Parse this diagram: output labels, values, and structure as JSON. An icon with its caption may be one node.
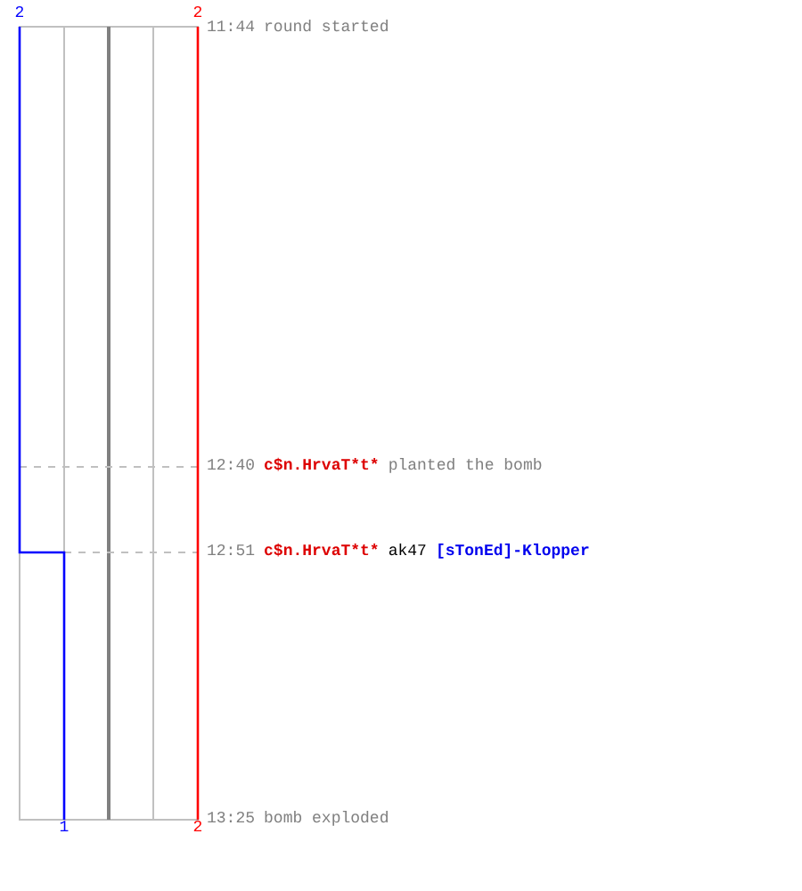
{
  "diagram": {
    "labels": [
      "2",
      "2",
      "11:44",
      "round started",
      "12:40",
      "c$n.HrvaT*t*",
      "planted the bomb",
      "12:51",
      "c$n.HrvaT*t*",
      "ak47",
      "[sTonEd]-Klopper",
      "13:25",
      "bomb exploded",
      "1",
      "2"
    ]
  }
}
